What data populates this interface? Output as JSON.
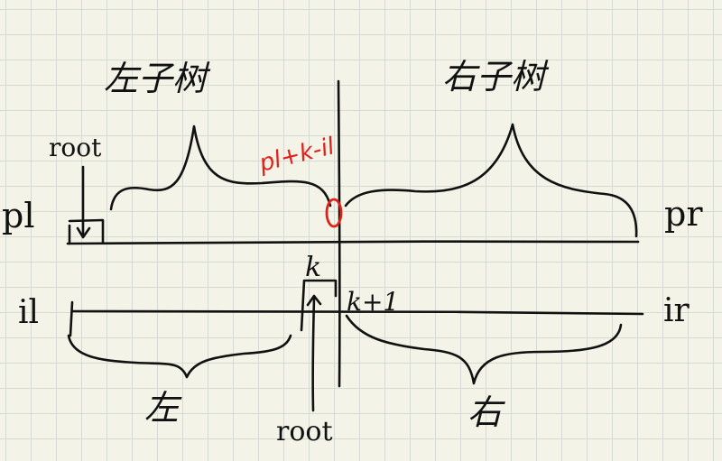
{
  "labels": {
    "left_subtree": "左子树",
    "right_subtree": "右子树",
    "root_top": "root",
    "pl": "pl",
    "pr": "pr",
    "red_formula": "pl+k-il",
    "k": "k",
    "k_plus_1": "k+1",
    "il": "il",
    "ir": "ir",
    "left": "左",
    "right": "右",
    "root_bottom": "root"
  },
  "colors": {
    "ink": "#111111",
    "highlight": "#e0211b",
    "paper": "#f4f3e7",
    "grid": "#d7dad2"
  }
}
